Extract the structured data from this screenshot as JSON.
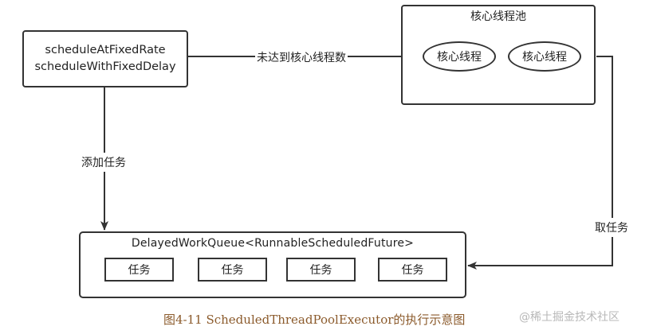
{
  "methods": {
    "line1": "scheduleAtFixedRate",
    "line2": "scheduleWithFixedDelay"
  },
  "pool": {
    "title": "核心线程池",
    "threads": [
      "核心线程",
      "核心线程"
    ]
  },
  "queue": {
    "title": "DelayedWorkQueue<RunnableScheduledFuture>",
    "tasks": [
      "任务",
      "任务",
      "任务",
      "任务"
    ]
  },
  "edges": {
    "not_reached_core": "未达到核心线程数",
    "add_task": "添加任务",
    "take_task": "取任务"
  },
  "caption": "图4-11 ScheduledThreadPoolExecutor的执行示意图",
  "watermark": "@稀土掘金技术社区"
}
